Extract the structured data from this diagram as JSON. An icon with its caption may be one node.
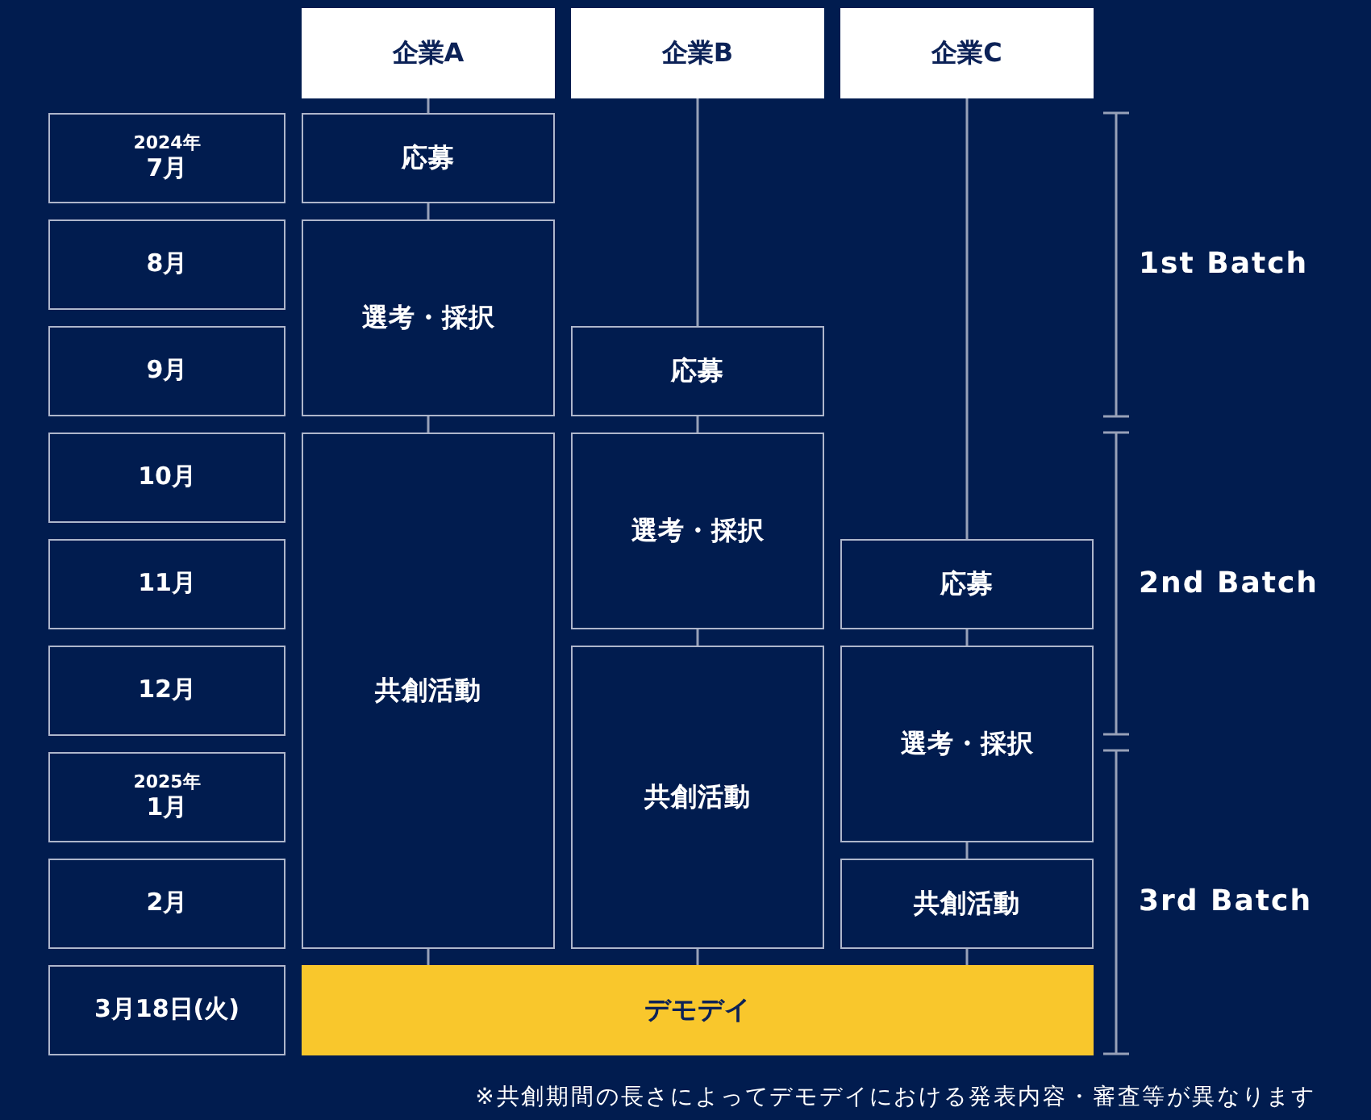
{
  "diagram": {
    "caption": "※共創期間の長さによってデモデイにおける発表内容・審査等が異なります",
    "nodes": [
      {
        "text": [
          "企業A"
        ]
      },
      {
        "text": [
          "企業B"
        ]
      },
      {
        "text": [
          "企業C"
        ]
      },
      {
        "text": [
          "2024年",
          "7月"
        ]
      },
      {
        "text": [
          "8月"
        ]
      },
      {
        "text": [
          "9月"
        ]
      },
      {
        "text": [
          "10月"
        ]
      },
      {
        "text": [
          "11月"
        ]
      },
      {
        "text": [
          "12月"
        ]
      },
      {
        "text": [
          "2025年",
          "1月"
        ]
      },
      {
        "text": [
          "2月"
        ]
      },
      {
        "text": [
          "3月18日(火)"
        ]
      },
      {
        "text": [
          "応募"
        ]
      },
      {
        "text": [
          "選考・採択"
        ]
      },
      {
        "text": [
          "共創活動"
        ]
      },
      {
        "text": [
          "応募"
        ]
      },
      {
        "text": [
          "選考・採択"
        ]
      },
      {
        "text": [
          "共創活動"
        ]
      },
      {
        "text": [
          "応募"
        ]
      },
      {
        "text": [
          "選考・採択"
        ]
      },
      {
        "text": [
          "共創活動"
        ]
      },
      {
        "text": [
          "デモデイ"
        ]
      }
    ],
    "edges": [
      {
        "from": 0,
        "to": 12,
        "arrow": "none"
      },
      {
        "from": 12,
        "to": 13,
        "arrow": "none"
      },
      {
        "from": 13,
        "to": 14,
        "arrow": "none"
      },
      {
        "from": 14,
        "to": 21,
        "arrow": "none"
      },
      {
        "from": 1,
        "to": 15,
        "arrow": "none"
      },
      {
        "from": 15,
        "to": 16,
        "arrow": "none"
      },
      {
        "from": 16,
        "to": 17,
        "arrow": "none"
      },
      {
        "from": 17,
        "to": 21,
        "arrow": "none"
      },
      {
        "from": 2,
        "to": 18,
        "arrow": "none"
      },
      {
        "from": 18,
        "to": 19,
        "arrow": "none"
      },
      {
        "from": 19,
        "to": 20,
        "arrow": "none"
      },
      {
        "from": 20,
        "to": 21,
        "arrow": "none"
      }
    ],
    "labels": [
      "1st Batch",
      "2nd Batch",
      "3rd Batch"
    ]
  }
}
